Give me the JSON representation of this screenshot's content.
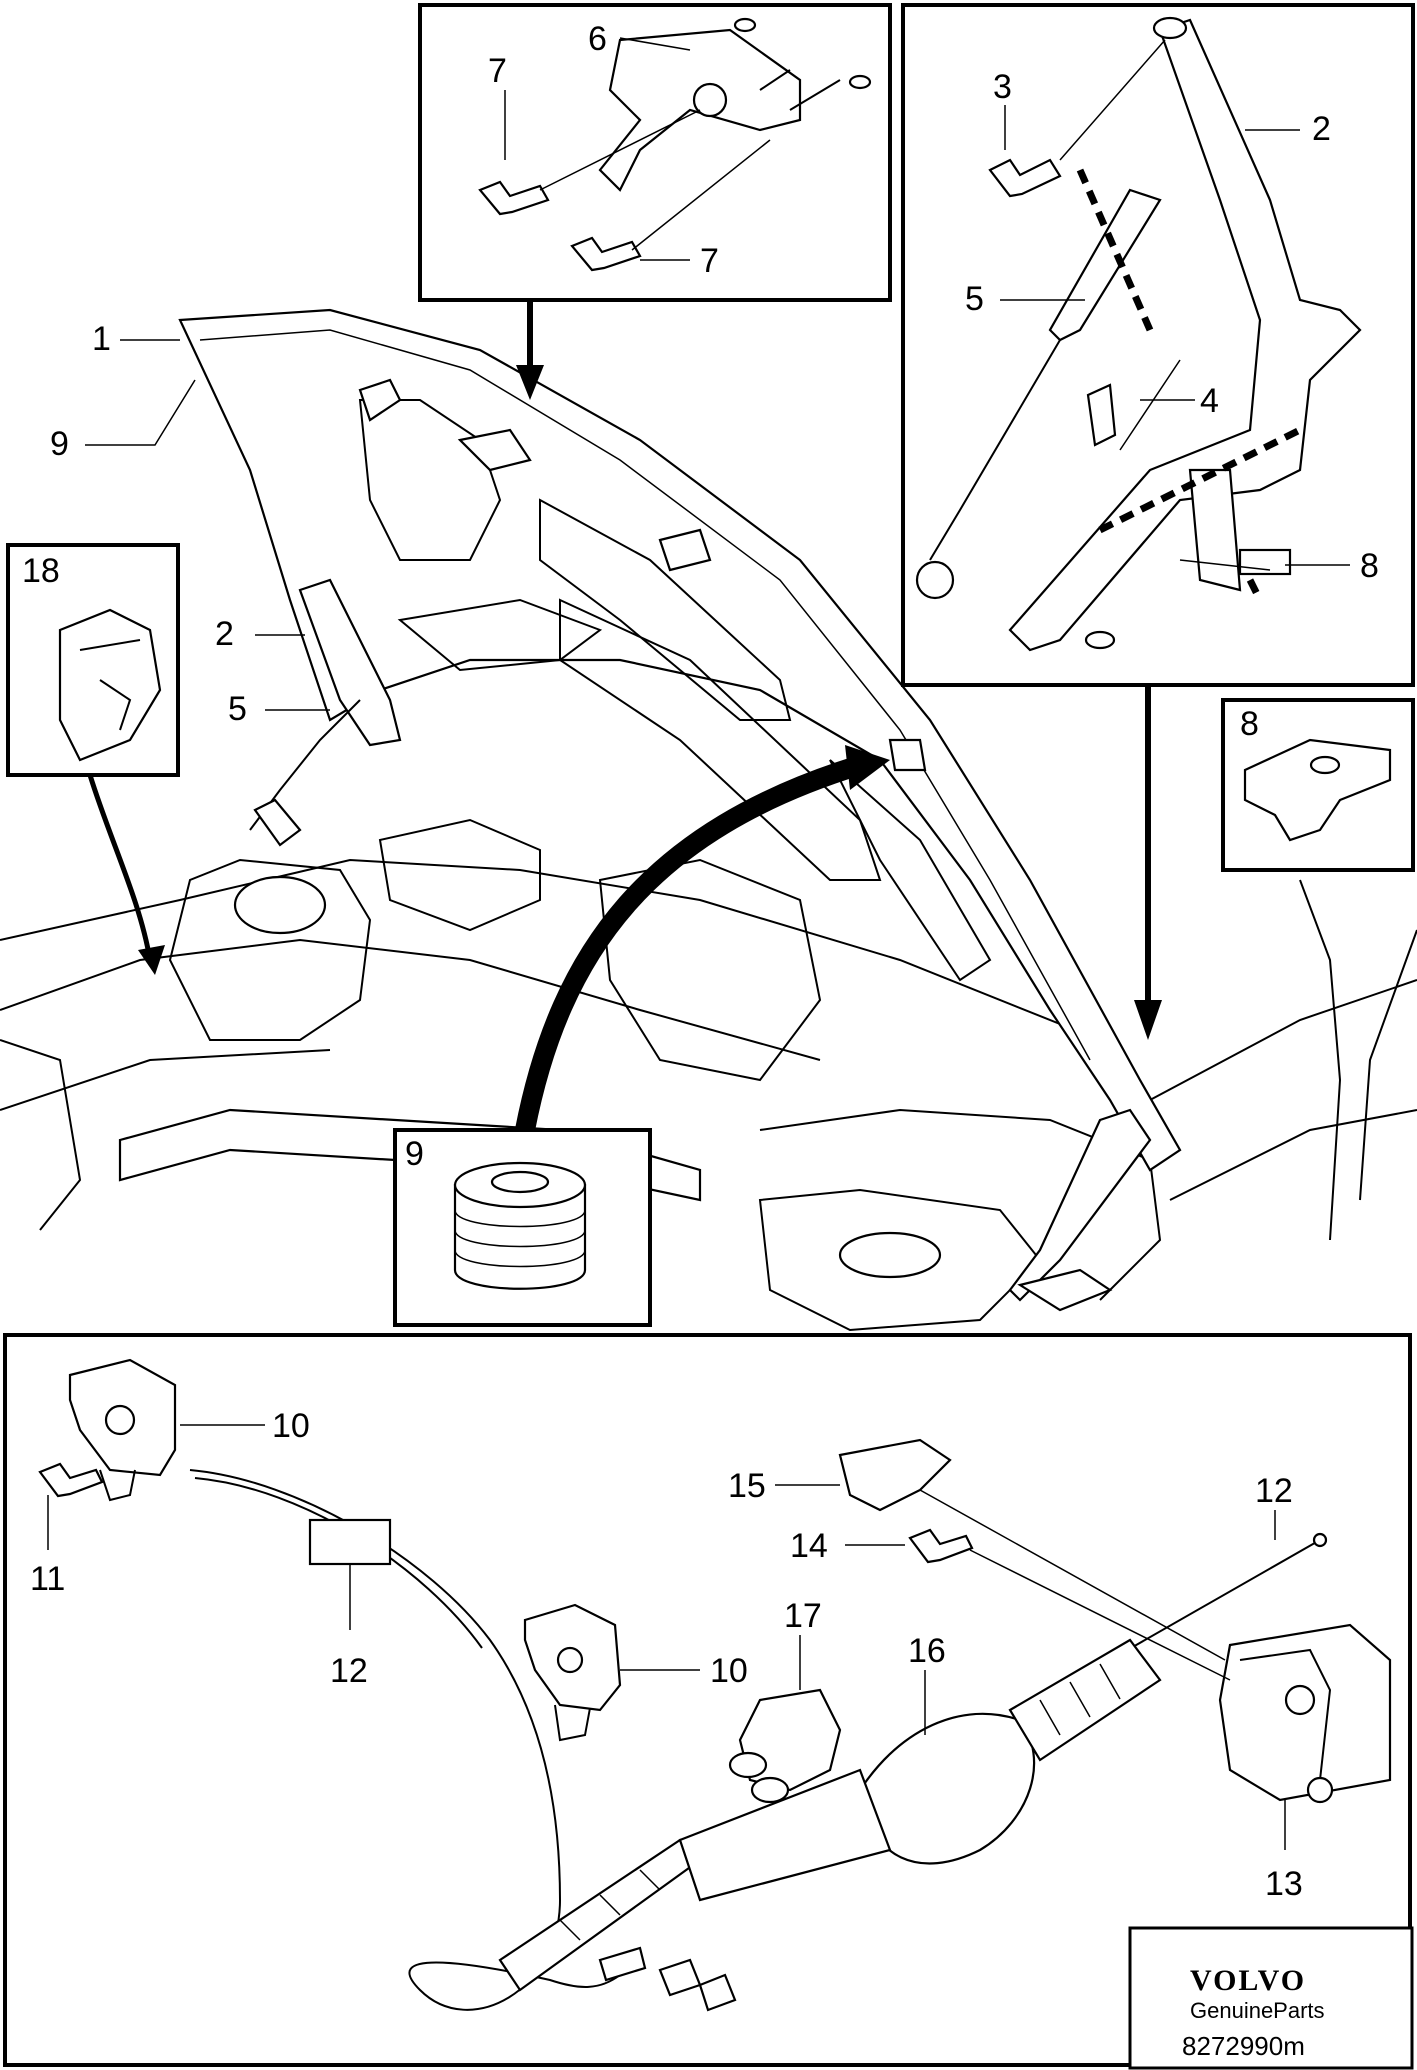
{
  "callouts": {
    "c1": "1",
    "c2a": "2",
    "c2b": "2",
    "c3": "3",
    "c4": "4",
    "c5a": "5",
    "c5b": "5",
    "c6": "6",
    "c7a": "7",
    "c7b": "7",
    "c8a": "8",
    "c8b": "8",
    "c9a": "9",
    "c9b": "9",
    "c10a": "10",
    "c10b": "10",
    "c11": "11",
    "c12a": "12",
    "c12b": "12",
    "c13": "13",
    "c14": "14",
    "c15": "15",
    "c16": "16",
    "c17": "17",
    "c18": "18"
  },
  "brand": {
    "name": "VOLVO",
    "subtitle": "GenuineParts",
    "code": "8272990m"
  }
}
